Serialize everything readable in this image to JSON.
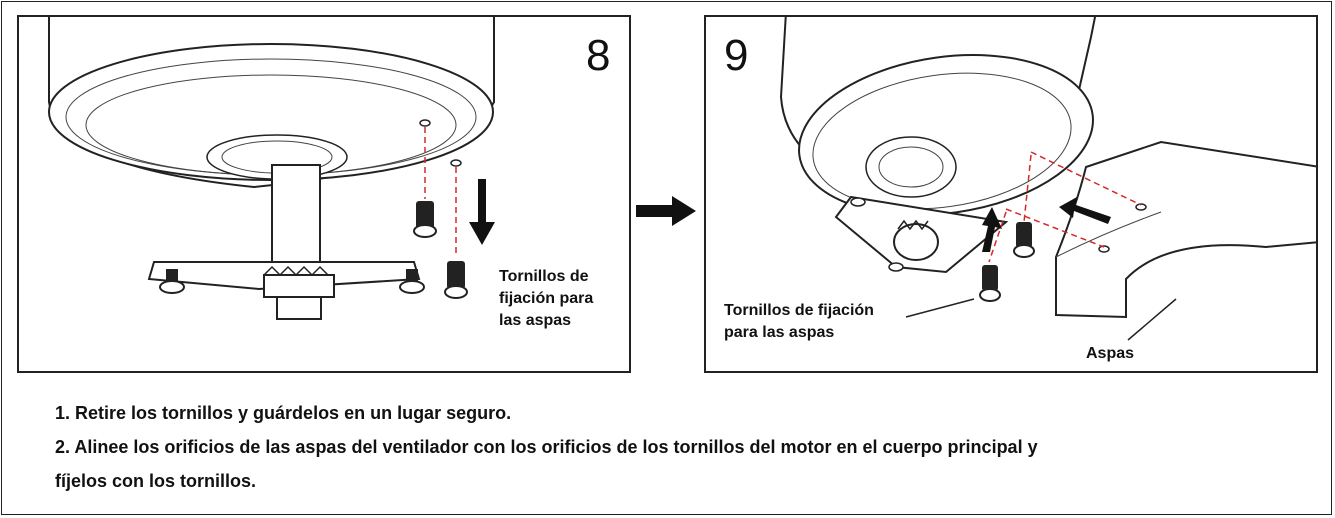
{
  "panels": [
    {
      "number": "8",
      "callout_lines": [
        "Tornillos de",
        "fijación para",
        "las aspas"
      ]
    },
    {
      "number": "9",
      "callout_lines": [
        "Tornillos de fijación",
        "para las aspas"
      ],
      "blade_label": "Aspas"
    }
  ],
  "instructions": [
    "1. Retire los tornillos y guárdelos en un lugar seguro.",
    "2. Alinee los orificios de las aspas del ventilador con los orificios de los tornillos del motor en el cuerpo principal y",
    "fíjelos con los tornillos."
  ],
  "colors": {
    "guide_line": "#d62828",
    "ink": "#111111"
  }
}
